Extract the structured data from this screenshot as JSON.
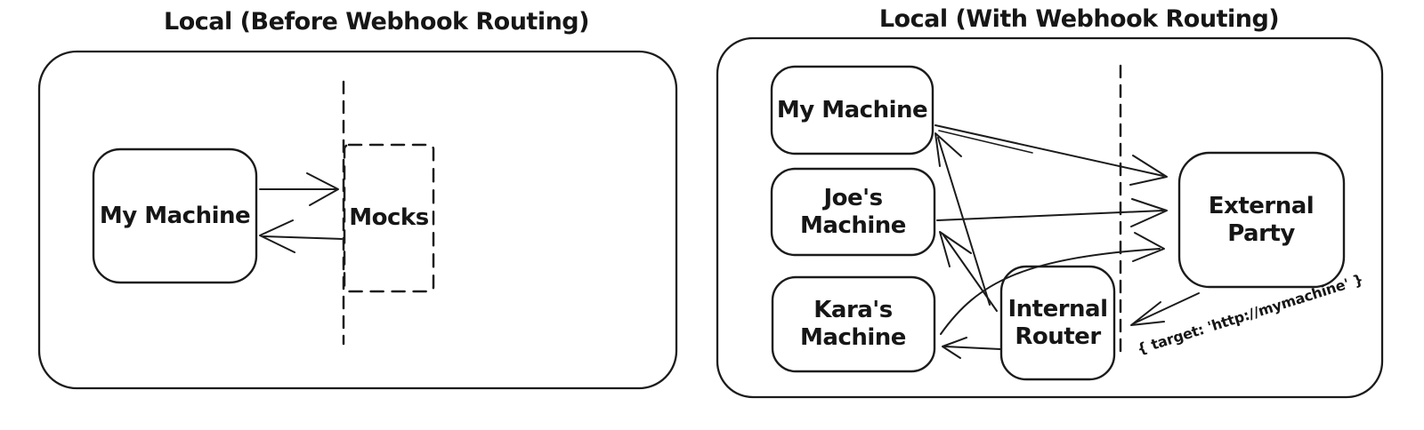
{
  "before": {
    "title": "Local (Before Webhook Routing)",
    "nodes": {
      "my_machine": "My Machine",
      "mocks": "Mocks"
    }
  },
  "after": {
    "title": "Local (With Webhook Routing)",
    "nodes": {
      "my_machine": "My Machine",
      "joes_machine": "Joe's Machine",
      "karas_machine": "Kara's Machine",
      "internal_router": "Internal Router",
      "external_party": "External Party"
    },
    "annotation": "{ target: 'http://mymachine' }"
  },
  "colors": {
    "ink": "#1b1b1b",
    "background": "#ffffff"
  }
}
